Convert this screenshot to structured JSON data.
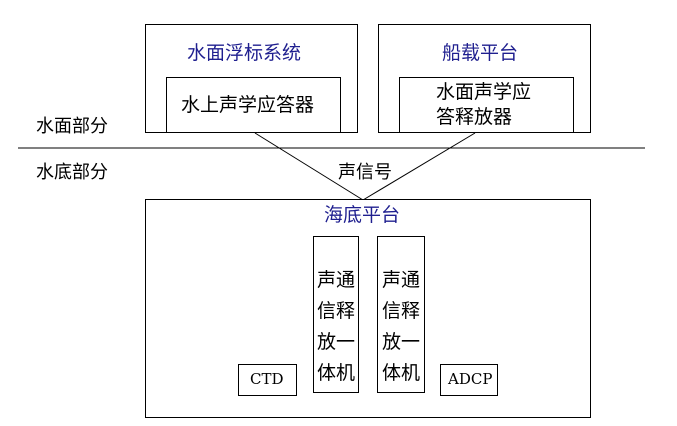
{
  "section_labels": {
    "surface": "水面部分",
    "underwater": "水底部分"
  },
  "surface_buoy": {
    "title": "水面浮标系统",
    "inner": "水上声学应答器"
  },
  "ship_platform": {
    "title": "船载平台",
    "inner_line1": "水面声学应",
    "inner_line2": "答释放器"
  },
  "signal_label": "声信号",
  "seafloor": {
    "title": "海底平台",
    "release_left": "声通信释放一体机",
    "release_right": "声通信释放一体机",
    "ctd": "CTD",
    "adcp": "ADCP"
  },
  "colors": {
    "title_text": "#1f1f8f",
    "line": "#000000"
  }
}
